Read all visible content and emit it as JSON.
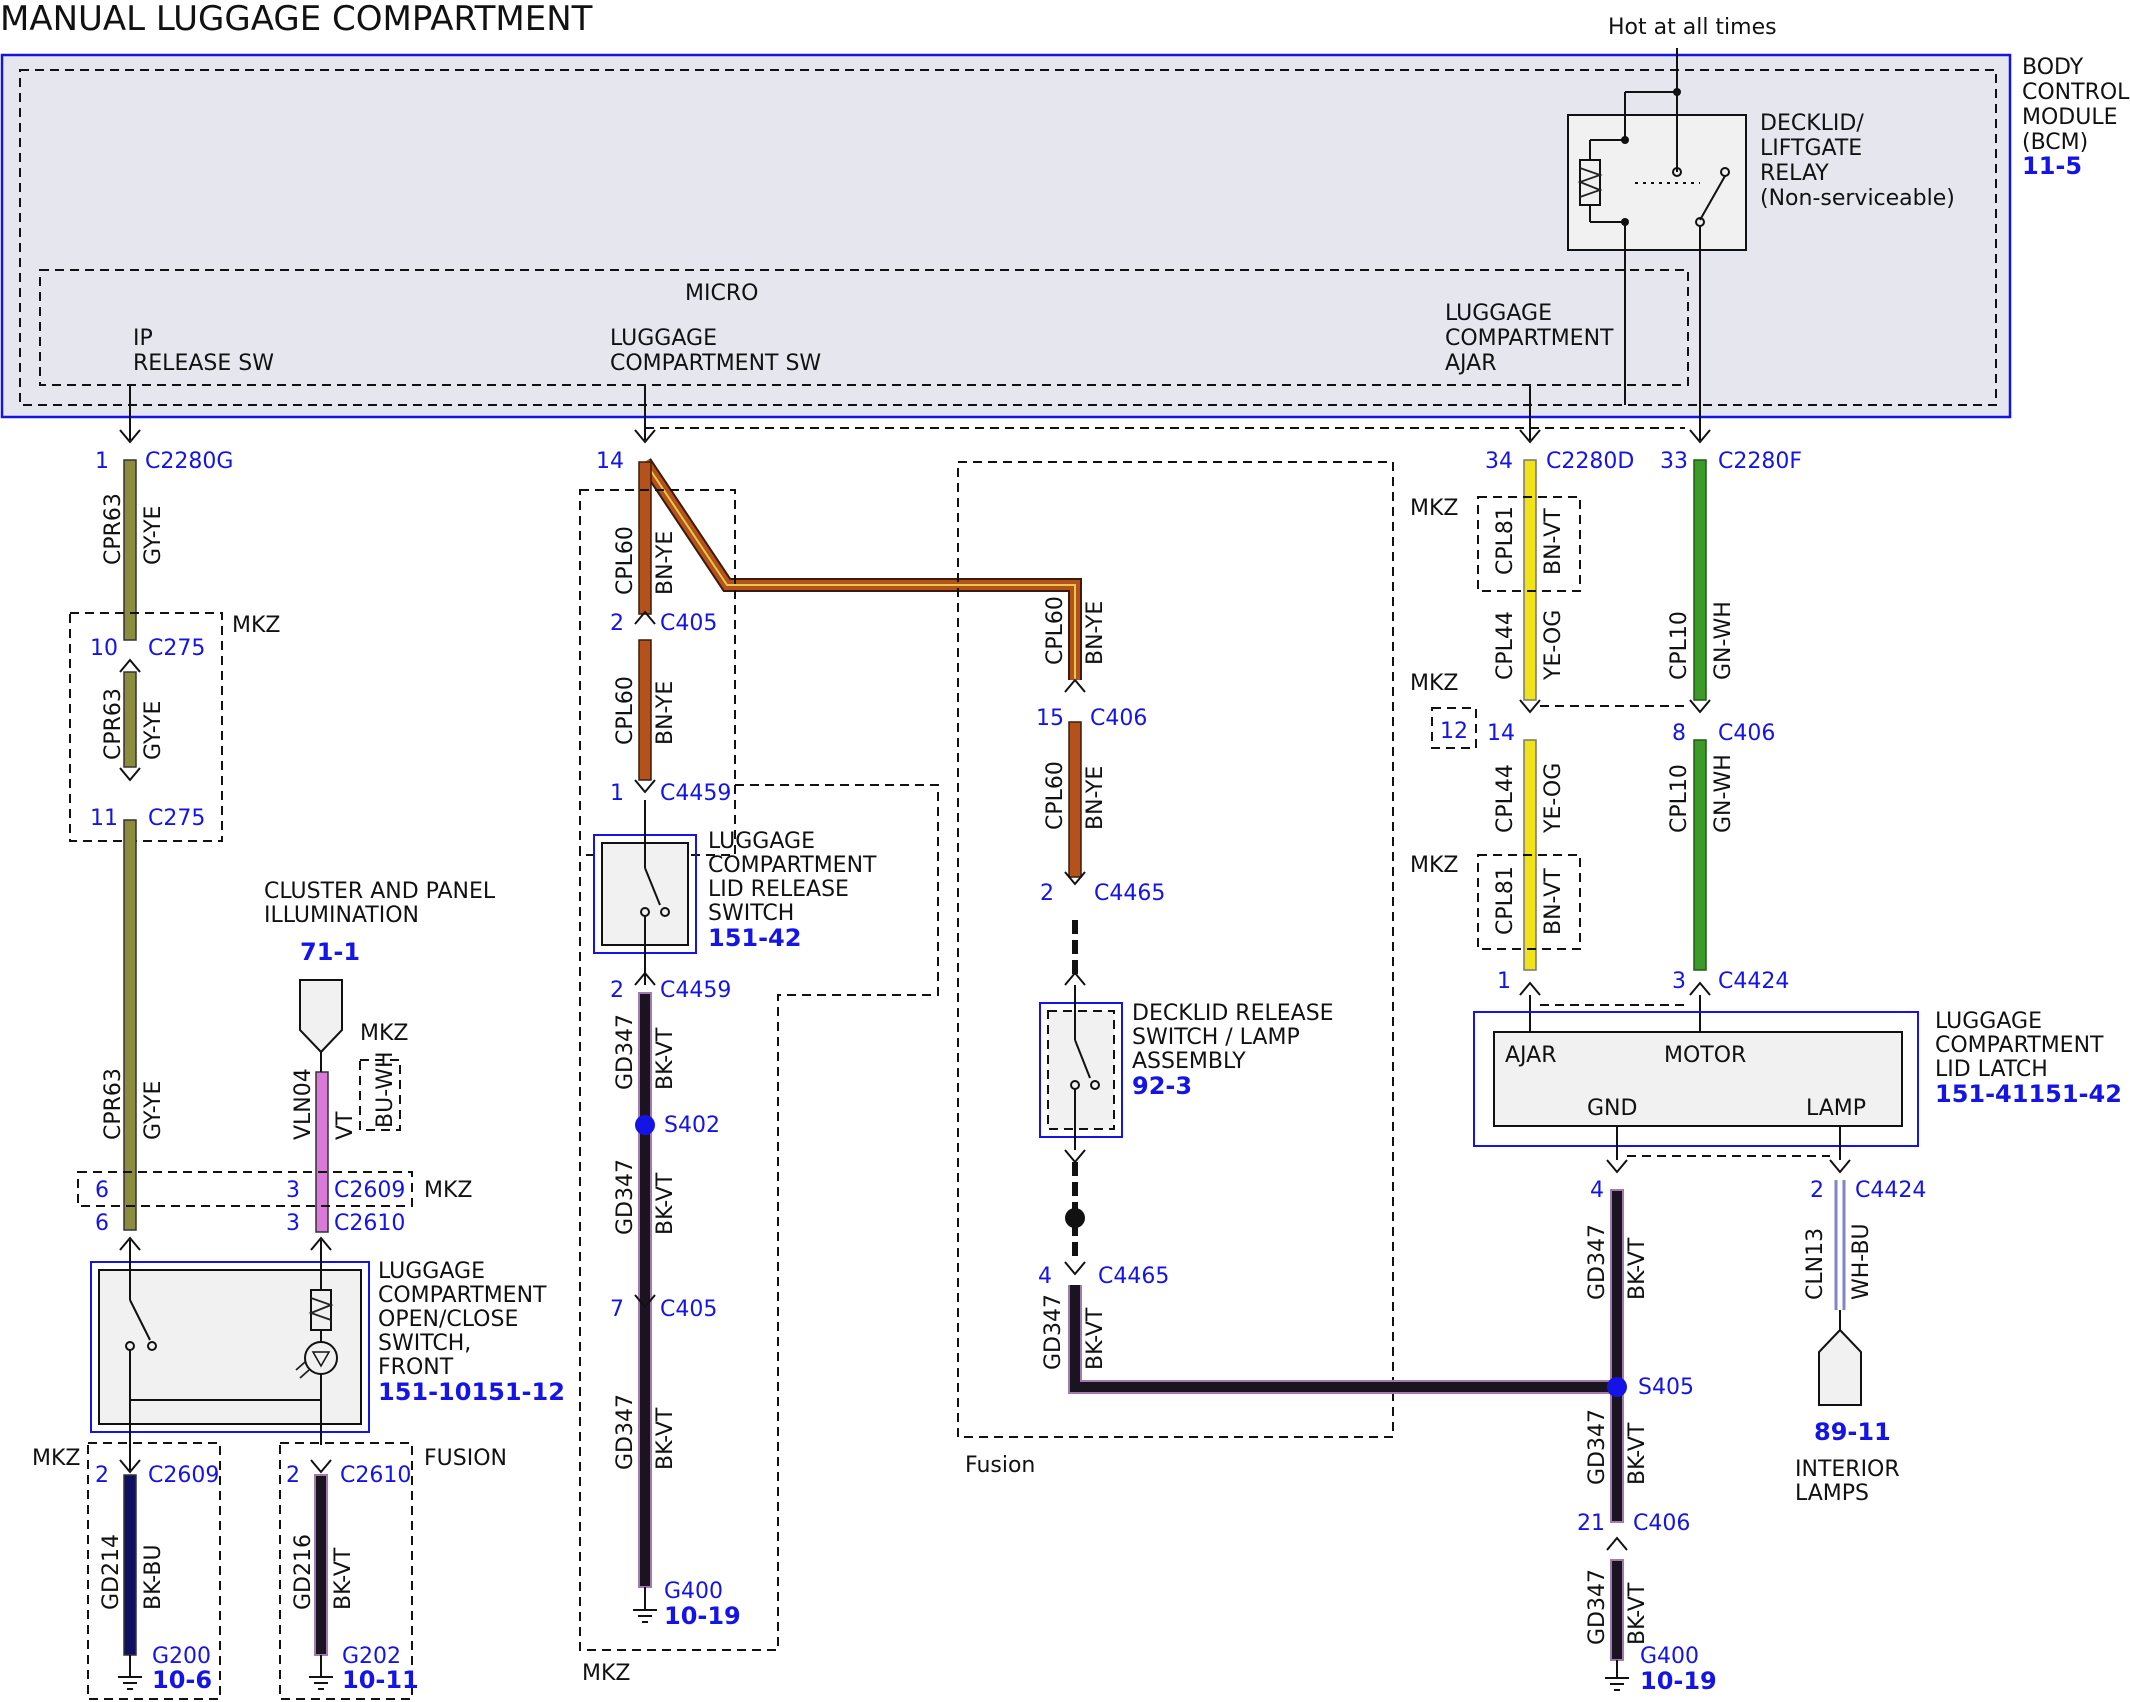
{
  "title": "MANUAL LUGGAGE COMPARTMENT",
  "hot_label": "Hot at all times",
  "bcm": {
    "l1": "BODY",
    "l2": "CONTROL",
    "l3": "MODULE",
    "l4": "(BCM)",
    "ref": "11-5"
  },
  "relay": {
    "l1": "DECKLID/",
    "l2": "LIFTGATE",
    "l3": "RELAY",
    "l4": "(Non-serviceable)"
  },
  "micro": "MICRO",
  "pins": {
    "ip_l1": "IP",
    "ip_l2": "RELEASE SW",
    "lc_l1": "LUGGAGE",
    "lc_l2": "COMPARTMENT SW",
    "aj_l1": "LUGGAGE",
    "aj_l2": "COMPARTMENT",
    "aj_l3": "AJAR"
  },
  "variant": {
    "mkz": "MKZ",
    "fusion": "Fusion",
    "fusion_caps": "FUSION"
  },
  "connectors": {
    "c2280g": "C2280G",
    "c275": "C275",
    "c2609": "C2609",
    "c2610": "C2610",
    "c405": "C405",
    "c4459": "C4459",
    "s402": "S402",
    "g400": "G400",
    "c406": "C406",
    "c4465": "C4465",
    "c2280d": "C2280D",
    "c2280f": "C2280F",
    "c4424": "C4424",
    "s405": "S405",
    "g200": "G200",
    "g202": "G202"
  },
  "pin_nums": {
    "p1": "1",
    "p10": "10",
    "p11": "11",
    "p6": "6",
    "p3": "3",
    "p2": "2",
    "p14": "14",
    "p7": "7",
    "p15": "15",
    "p4": "4",
    "p34": "34",
    "p33": "33",
    "p12": "12",
    "p8": "8",
    "p21": "21"
  },
  "wires": {
    "cpr63": "CPR63",
    "gyye": "GY-YE",
    "vln04": "VLN04",
    "vt": "VT",
    "buwh": "BU-WH",
    "cpl60": "CPL60",
    "bnye": "BN-YE",
    "gd347": "GD347",
    "bkvt": "BK-VT",
    "cpl81": "CPL81",
    "bnvt": "BN-VT",
    "cpl44": "CPL44",
    "yeog": "YE-OG",
    "cpl10": "CPL10",
    "gnwh": "GN-WH",
    "cln13": "CLN13",
    "whbu": "WH-BU",
    "gd214": "GD214",
    "bkbu": "BK-BU",
    "gd216": "GD216"
  },
  "cluster": {
    "l1": "CLUSTER AND PANEL",
    "l2": "ILLUMINATION",
    "ref": "71-1"
  },
  "open_sw": {
    "l1": "LUGGAGE",
    "l2": "COMPARTMENT",
    "l3": "OPEN/CLOSE",
    "l4": "SWITCH,",
    "l5": "FRONT",
    "ref": "151-10151-12"
  },
  "lid_release": {
    "l1": "LUGGAGE",
    "l2": "COMPARTMENT",
    "l3": "LID RELEASE",
    "l4": "SWITCH",
    "ref": "151-42"
  },
  "decklid_sw": {
    "l1": "DECKLID RELEASE",
    "l2": "SWITCH / LAMP",
    "l3": "ASSEMBLY",
    "ref": "92-3"
  },
  "latch": {
    "l1": "LUGGAGE",
    "l2": "COMPARTMENT",
    "l3": "LID LATCH",
    "ref": "151-41151-42",
    "ajar": "AJAR",
    "motor": "MOTOR",
    "gnd": "GND",
    "lamp": "LAMP"
  },
  "interior": {
    "ref": "89-11",
    "l1": "INTERIOR",
    "l2": "LAMPS"
  },
  "grounds": {
    "g400_ref": "10-19",
    "g200_ref": "10-6",
    "g202_ref": "10-11"
  },
  "colors": {
    "blue": "#1414e6",
    "gyye": "#8c8c3e",
    "bnye": "#b5511b",
    "bkvt": "#1a1320",
    "vt": "#d97ad8",
    "yeog": "#f2e21a",
    "gnwh": "#3c9a2a",
    "bkbu": "#101060",
    "whbu": "#7f86c9"
  }
}
